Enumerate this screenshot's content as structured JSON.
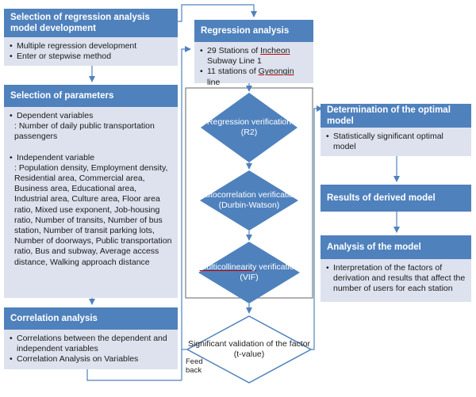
{
  "left": {
    "model_selection": {
      "title": "Selection of regression analysis model development",
      "items": [
        "Multiple regression development",
        "Enter or stepwise method"
      ]
    },
    "parameters": {
      "title": "Selection of parameters",
      "dependent_heading": "Dependent variables",
      "dependent_desc": ": Number of daily public transportation passengers",
      "independent_heading": "Independent variable",
      "independent_desc": ": Population density, Employment density, Residential area, Commercial area, Business area, Educational area, Industrial area, Culture area, Floor area ratio, Mixed use exponent, Job-housing ratio, Number of transits, Number of bus station, Number of transit parking lots, Number of doorways, Public transportation ratio, Bus and subway, Average access distance, Walking approach distance"
    },
    "correlation": {
      "title": "Correlation analysis",
      "items": [
        "Correlations between the dependent and independent variables",
        "Correlation Analysis on Variables"
      ]
    }
  },
  "middle": {
    "regression": {
      "title": "Regression analysis",
      "item1_prefix": "29 Stations of ",
      "item1_underlined": "Incheon",
      "item1_suffix": " Subway Line 1",
      "item2_prefix": "11 stations of ",
      "item2_underlined": "Gyeongin",
      "item2_suffix": " line"
    },
    "diamonds": {
      "d1_line1": "Regression verification",
      "d1_line2": "(R2)",
      "d2_line1": "Autocorrelation verification",
      "d2_line2": "(Durbin-Watson)",
      "d3_line1_underlined": "Multicollinearity",
      "d3_line1_rest": " verification",
      "d3_line2": "(VIF)",
      "d4_line1": "Significant validation of the factor",
      "d4_line2": "(t-value)"
    },
    "feedback_label": "Feed back"
  },
  "right": {
    "optimal": {
      "title": "Determination of the optimal model",
      "items": [
        "Statistically significant optimal model"
      ]
    },
    "results": {
      "title": "Results of derived model"
    },
    "analysis": {
      "title": "Analysis of the model",
      "items": [
        "Interpretation of the factors of derivation and results that affect the number of users for each station"
      ]
    }
  },
  "colors": {
    "header_fill": "#4f81bd",
    "body_fill": "#dde2ee",
    "diamond_fill": "#4f81bd",
    "connector": "#4f81bd"
  }
}
